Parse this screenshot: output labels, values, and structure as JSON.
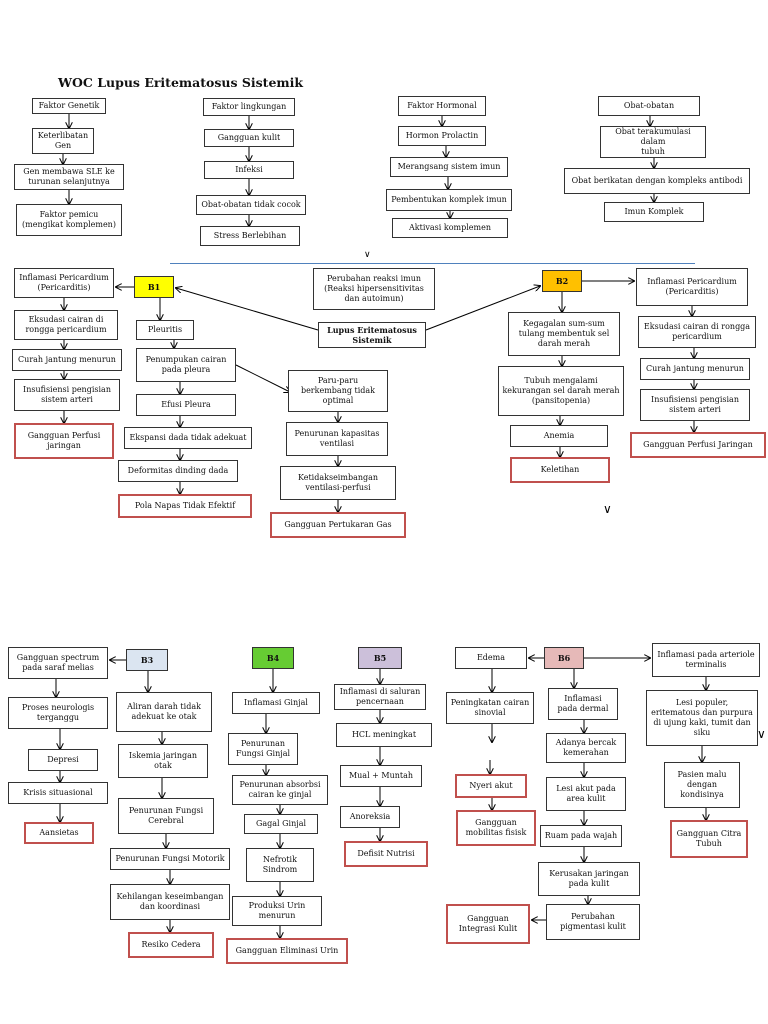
{
  "title": "WOC Lupus Eritematosus Sistemik",
  "colors": {
    "b1": "#ffff00",
    "b2": "#ffc000",
    "b3": "#dbe5f1",
    "b4": "#66cc33",
    "b5": "#ccc0da",
    "b6": "#e6b9b8",
    "problem_border": "#c0504d",
    "divider": "#4f81bd"
  },
  "nodes": {
    "faktor_genetik": "Faktor Genetik",
    "keterlibatan_gen": "Keterlibatan\nGen",
    "gen_membawa_sle": "Gen membawa SLE ke\nturunan selanjutnya",
    "faktor_pemicu": "Faktor pemicu\n(mengikat komplemen)",
    "faktor_lingkungan": "Faktor lingkungan",
    "gangguan_kulit": "Gangguan kulit",
    "infeksi": "Infeksi",
    "obat_tidak_cocok": "Obat-obatan tidak cocok",
    "stress_berlebihan": "Stress Berlebihan",
    "faktor_hormonal": "Faktor Hormonal",
    "hormon_prolactin": "Hormon Prolactin",
    "merangsang_imun": "Merangsang sistem imun",
    "pembentukan_komplek": "Pembentukan komplek imun",
    "aktivasi_komplemen": "Aktivasi komplemen",
    "obat_obatan": "Obat-obatan",
    "obat_terakumulasi": "Obat terakumulasi dalam\ntubuh",
    "obat_berikatan": "Obat berikatan dengan kompleks antibodi",
    "imun_komplek": "Imun Komplek",
    "perubahan_reaksi_imun": "Perubahan reaksi imun\n(Reaksi hipersensitivitas\ndan autoimun)",
    "lupus": "Lupus Eritematosus\nSistemik",
    "inflamasi_pericardium_l": "Inflamasi Pericardium\n(Pericarditis)",
    "eksudasi_l": "Eksudasi cairan di\nrongga pericardium",
    "curah_jantung_l": "Curah jantung menurun",
    "insufisiensi_l": "Insufisiensi pengisian\nsistem arteri",
    "gangguan_perfusi_l": "Gangguan Perfusi\njaringan",
    "b1": "B1",
    "pleuritis": "Pleuritis",
    "penumpukan_cairan": "Penumpukan cairan\npada pleura",
    "efusi_pleura": "Efusi Pleura",
    "ekspansi_dada": "Ekspansi dada tidak adekuat",
    "deformitas_dada": "Deformitas dinding dada",
    "pola_napas": "Pola Napas Tidak Efektif",
    "paru_paru": "Paru-paru\nberkembang tidak\noptimal",
    "penurunan_ventilasi": "Penurunan kapasitas\nventilasi",
    "ketidakseimbangan": "Ketidakseimbangan\nventilasi-perfusi",
    "gangguan_pertukaran": "Gangguan Pertukaran Gas",
    "b2": "B2",
    "kegagalan_sumsum": "Kegagalan sum-sum\ntulang membentuk sel\ndarah merah",
    "tubuh_kekurangan": "Tubuh mengalami\nkekurangan sel darah merah\n(pansitopenia)",
    "anemia": "Anemia",
    "kelelahan": "Keletihan",
    "inflamasi_pericardium_r": "Inflamasi Pericardium\n(Pericarditis)",
    "eksudasi_r": "Eksudasi cairan di rongga\npericardium",
    "curah_jantung_r": "Curah jantung menurun",
    "insufisiensi_r": "Insufisiensi pengisian\nsistem arteri",
    "gangguan_perfusi_r": "Gangguan Perfusi Jaringan",
    "gangguan_spectrum": "Gangguan spectrum\npada saraf melias",
    "b3": "B3",
    "proses_neurologis": "Proses neurologis\nterganggu",
    "depresi": "Depresi",
    "krisis_situasional": "Krisis situasional",
    "ansietas": "Aansietas",
    "aliran_darah": "Aliran darah tidak\nadekuat ke otak",
    "iskemia": "Iskemia jaringan\notak",
    "penurunan_fungsi_serebral": "Penurunan Fungsi\nCerebral",
    "penurunan_fungsi_motorik": "Penurunan Fungsi Motorik",
    "kehilangan_keseimbangan": "Kehilangan keseimbangan\ndan koordinasi",
    "resiko_cedera": "Resiko Cedera",
    "b4": "B4",
    "inflamasi_ginjal": "Inflamasi Ginjal",
    "penurunan_fungsi_ginjal": "Penurunan\nFungsi Ginjal",
    "penurunan_absorbsi": "Penurunan absorbsi\ncairan ke ginjal",
    "gagal_ginjal": "Gagal Ginjal",
    "nefrotik": "Nefrotik\nSindrom",
    "produksi_urin": "Produksi Urin\nmenurun",
    "gangguan_eliminasi": "Gangguan Eliminasi Urin",
    "b5": "B5",
    "inflamasi_saluran": "Inflamasi di saluran\npencernaan",
    "hcl": "HCL meningkat",
    "mual": "Mual + Muntah",
    "anoreksia": "Anoreksia",
    "defisit_nutrisi": "Defisit Nutrisi",
    "edema": "Edema",
    "peningkatan_cairan": "Peningkatan cairan\nsinovial",
    "nyeri_akut": "Nyeri akut",
    "gangguan_mobilitas": "Gangguan\nmobilitas fisisk",
    "b6": "B6",
    "inflamasi_dermal": "Inflamasi\npada dermal",
    "bercak_kemerahan": "Adanya bercak\nkemerahan",
    "lesi_akut": "Lesi akut pada\narea kulit",
    "ruam_wajah": "Ruam pada wajah",
    "kerusakan_jaringan": "Kerusakan jaringan\npada kulit",
    "perubahan_pigmentasi": "Perubahan\npigmentasi kulit",
    "gangguan_integrasi": "Gangguan\nIntegrasi Kulit",
    "inflamasi_arteriole": "Inflamasi pada arteriole\nterminalis",
    "lesi_populer": "Lesi populer,\neritematous dan purpura\ndi ujung kaki, tumit dan\nsiku",
    "pasien_malu": "Pasien malu\ndengan\nkondisinya",
    "gangguan_citra": "Gangguan Citra\nTubuh"
  },
  "stray_marks": [
    "∨",
    "∨",
    "∨"
  ]
}
